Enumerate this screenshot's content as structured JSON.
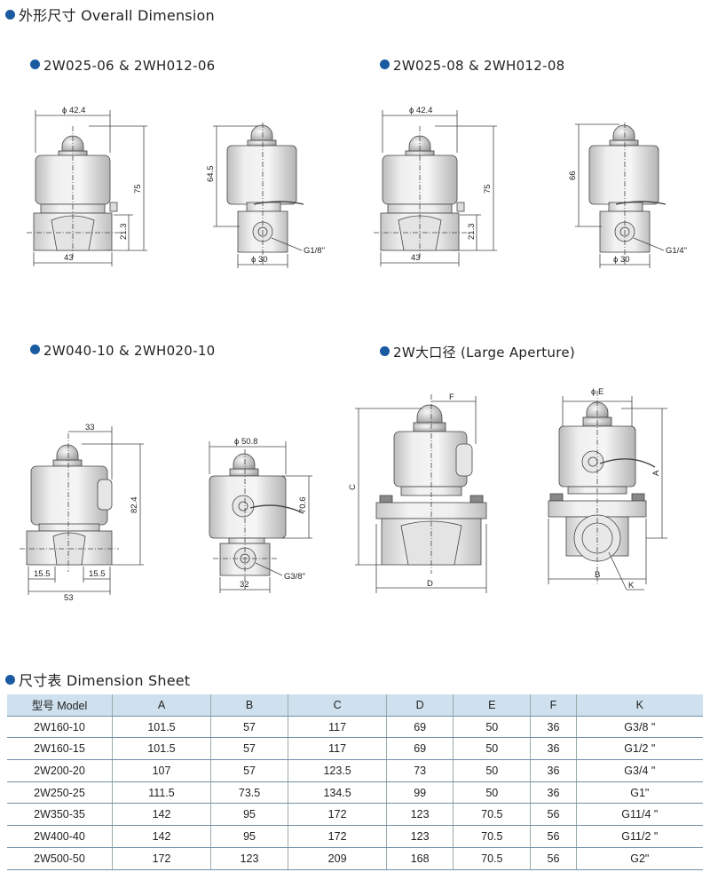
{
  "headings": {
    "overall": "外形尺寸 Overall Dimension",
    "sheet": "尺寸表 Dimension Sheet"
  },
  "sections": [
    {
      "title": "2W025-06 & 2WH012-06",
      "labels": {
        "phi": "ϕ 42.4",
        "height": "75",
        "base": "21.3",
        "width": "43",
        "side_height": "64.5",
        "side_phi": "ϕ 30",
        "port": "G1/8\""
      }
    },
    {
      "title": "2W025-08 & 2WH012-08",
      "labels": {
        "phi": "ϕ 42.4",
        "height": "75",
        "base": "21.3",
        "width": "43",
        "side_height": "66",
        "side_phi": "ϕ 30",
        "port": "G1/4\""
      }
    },
    {
      "title": "2W040-10 & 2WH020-10",
      "labels": {
        "top": "33",
        "height": "82.4",
        "left_off": "15.5",
        "right_off": "15.5",
        "width": "53",
        "side_phi": "ϕ 50.8",
        "side_height": "70.6",
        "side_width": "32",
        "port": "G3/8\""
      }
    },
    {
      "title": "2W大口径 (Large Aperture)",
      "labels": {
        "F": "F",
        "C": "C",
        "D": "D",
        "E": "ϕ E",
        "A": "A",
        "B": "B",
        "K": "K"
      }
    }
  ],
  "table": {
    "headers": [
      "型号 Model",
      "A",
      "B",
      "C",
      "D",
      "E",
      "F",
      "K"
    ],
    "rows": [
      [
        "2W160-10",
        "101.5",
        "57",
        "117",
        "69",
        "50",
        "36",
        "G3/8 \""
      ],
      [
        "2W160-15",
        "101.5",
        "57",
        "117",
        "69",
        "50",
        "36",
        "G1/2 \""
      ],
      [
        "2W200-20",
        "107",
        "57",
        "123.5",
        "73",
        "50",
        "36",
        "G3/4 \""
      ],
      [
        "2W250-25",
        "111.5",
        "73.5",
        "134.5",
        "99",
        "50",
        "36",
        "G1\""
      ],
      [
        "2W350-35",
        "142",
        "95",
        "172",
        "123",
        "70.5",
        "56",
        "G11/4 \""
      ],
      [
        "2W400-40",
        "142",
        "95",
        "172",
        "123",
        "70.5",
        "56",
        "G11/2 \""
      ],
      [
        "2W500-50",
        "172",
        "123",
        "209",
        "168",
        "70.5",
        "56",
        "G2\""
      ]
    ]
  },
  "colors": {
    "bullet": "#1a5aa0",
    "header_bg": "#cfe1ee"
  }
}
